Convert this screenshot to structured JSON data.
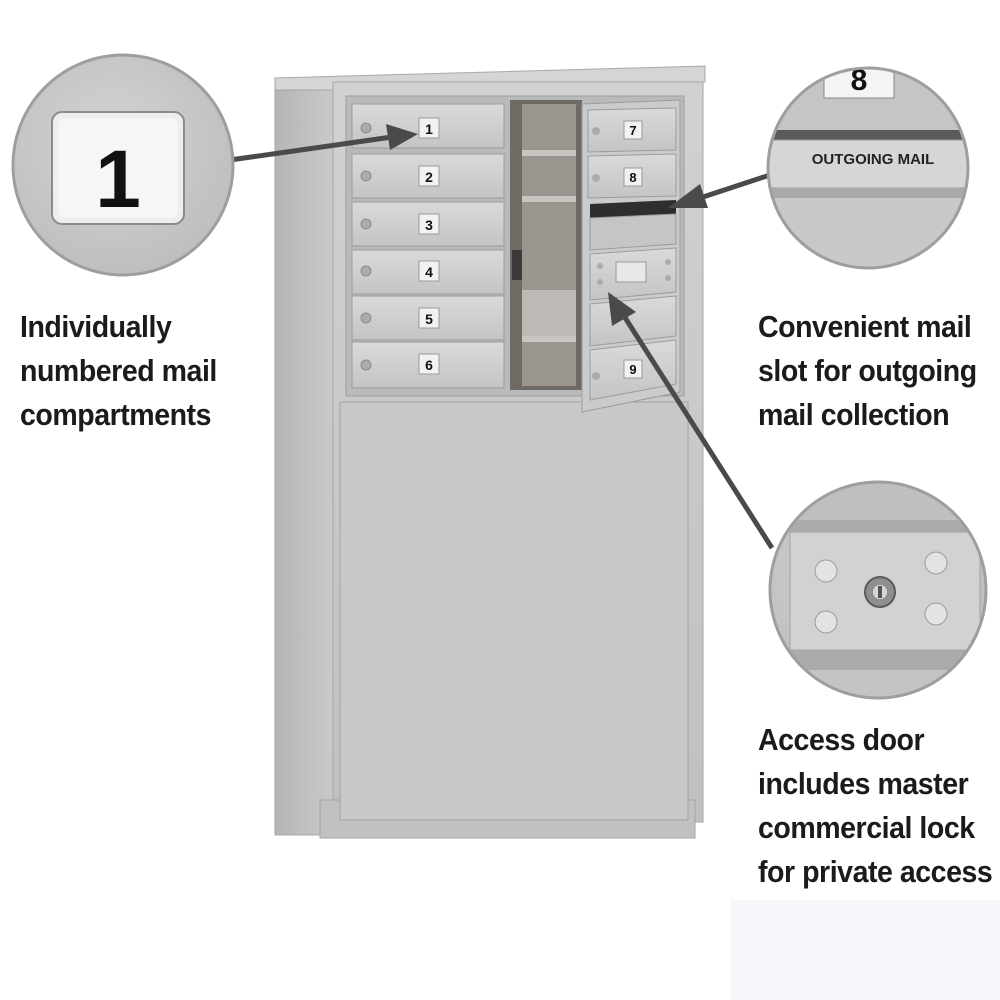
{
  "compartment_numbers": [
    "1",
    "2",
    "3",
    "4",
    "5",
    "6",
    "7",
    "8",
    "9"
  ],
  "callouts": {
    "numbered": {
      "zoom_label": "1",
      "caption_lines": [
        "Individually",
        "numbered mail",
        "compartments"
      ]
    },
    "outgoing": {
      "zoom_number": "8",
      "zoom_label": "OUTGOING MAIL",
      "caption_lines": [
        "Convenient mail",
        "slot for outgoing",
        "mail collection"
      ]
    },
    "access": {
      "caption_lines": [
        "Access door",
        "includes master",
        "commercial lock",
        "for private access"
      ]
    }
  },
  "colors": {
    "cabinet": "#c4c6c8",
    "callout_bg": "#c8cacc",
    "text": "#1b1b1b"
  }
}
